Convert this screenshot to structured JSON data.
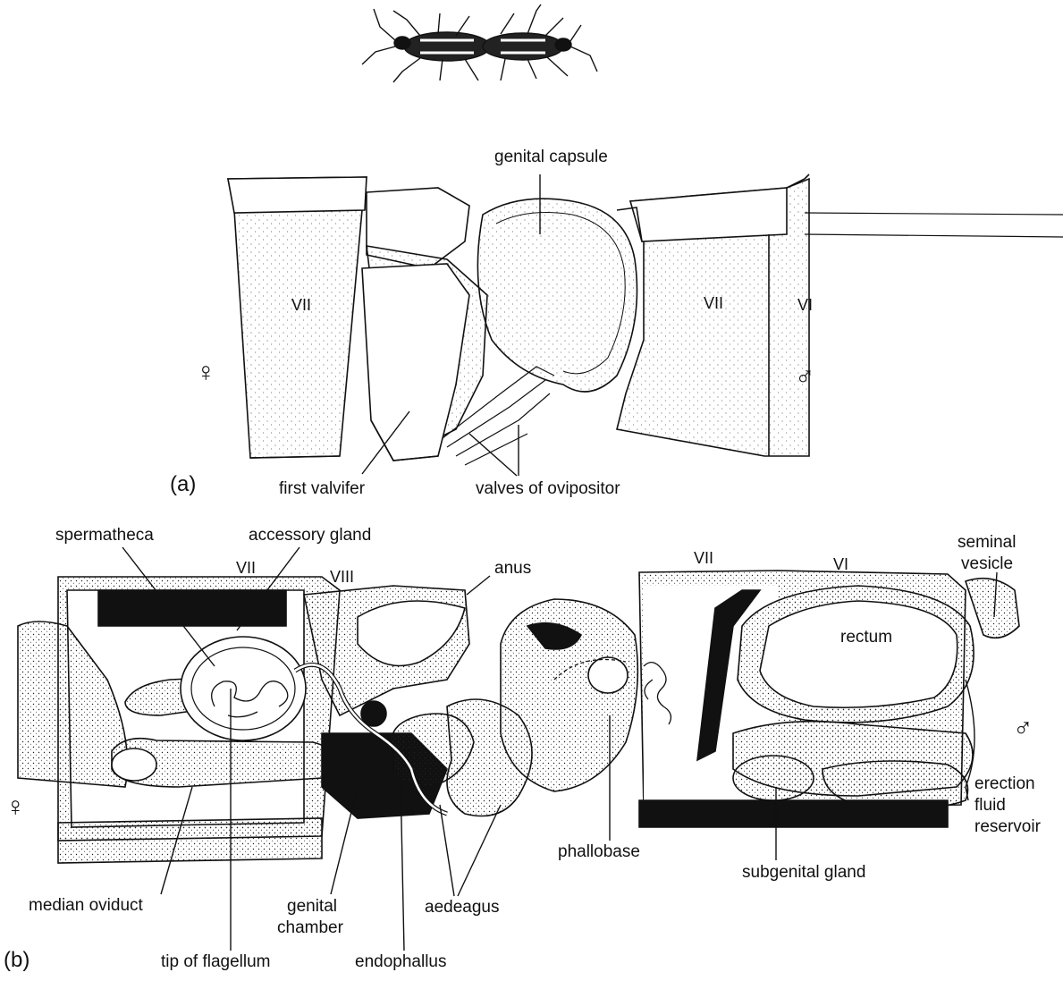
{
  "panel_a": {
    "panel_label": "(a)",
    "labels": {
      "genital_capsule": "genital capsule",
      "segment_vii_female": "VII",
      "segment_vii_male": "VII",
      "segment_vi_male": "VI",
      "first_valvifer": "first valvifer",
      "valves_of_ovipositor": "valves of ovipositor",
      "female_symbol": "♀",
      "male_symbol": "♂"
    }
  },
  "panel_b": {
    "panel_label": "(b)",
    "labels": {
      "spermatheca": "spermatheca",
      "accessory_gland": "accessory gland",
      "segment_vii_female": "VII",
      "segment_viii_female": "VIII",
      "anus": "anus",
      "segment_vii_male": "VII",
      "segment_vi_male": "VI",
      "seminal_vesicle_1": "seminal",
      "seminal_vesicle_2": "vesicle",
      "rectum": "rectum",
      "male_symbol": "♂",
      "female_symbol": "♀",
      "erection_1": "erection",
      "erection_2": "fluid",
      "erection_3": "reservoir",
      "phallobase": "phallobase",
      "subgenital_gland": "subgenital gland",
      "median_oviduct": "median oviduct",
      "genital_chamber_1": "genital",
      "genital_chamber_2": "chamber",
      "aedeagus": "aedeagus",
      "tip_of_flagellum": "tip of flagellum",
      "endophallus": "endophallus"
    }
  }
}
